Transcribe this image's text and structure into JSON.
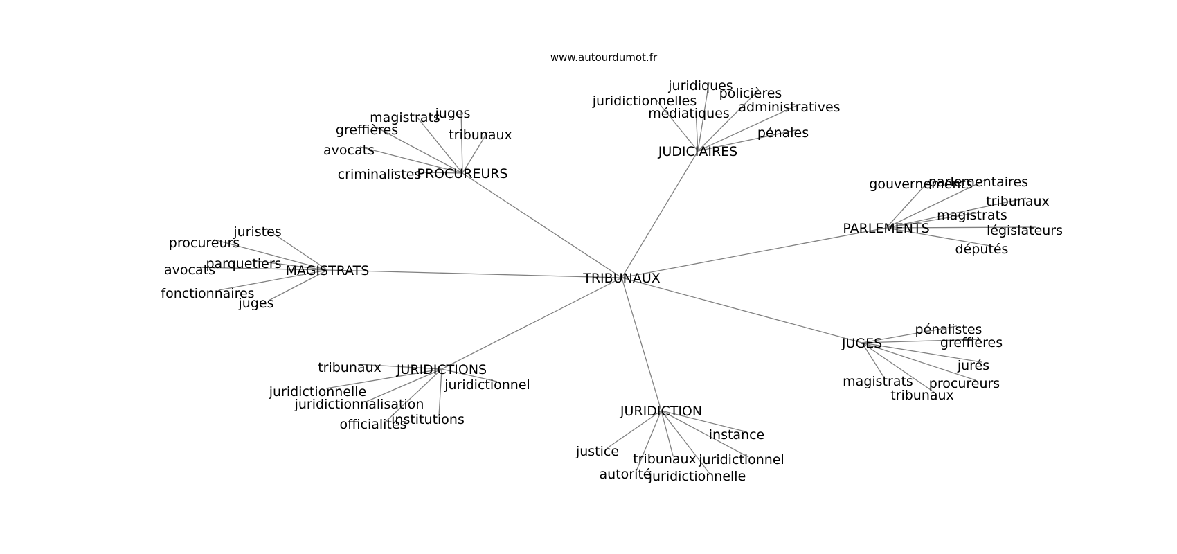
{
  "source": "www.autourdumot.fr",
  "colors": {
    "edge": "#808080",
    "text": "#000000",
    "background": "#ffffff"
  },
  "center": "TRIBUNAUX",
  "clusters": [
    {
      "hub": "PROCUREURS",
      "leaves": [
        "juges",
        "magistrats",
        "greffières",
        "tribunaux",
        "avocats",
        "criminalistes"
      ]
    },
    {
      "hub": "JUDICIAIRES",
      "leaves": [
        "juridiques",
        "juridictionnelles",
        "policières",
        "médiatiques",
        "administratives",
        "pénales"
      ]
    },
    {
      "hub": "PARLEMENTS",
      "leaves": [
        "gouvernements",
        "parlementaires",
        "tribunaux",
        "magistrats",
        "législateurs",
        "députés"
      ]
    },
    {
      "hub": "MAGISTRATS",
      "leaves": [
        "juristes",
        "procureurs",
        "parquetiers",
        "avocats",
        "fonctionnaires",
        "juges"
      ]
    },
    {
      "hub": "JUGES",
      "leaves": [
        "pénalistes",
        "greffières",
        "jurés",
        "magistrats",
        "procureurs",
        "tribunaux"
      ]
    },
    {
      "hub": "JURIDICTIONS",
      "leaves": [
        "tribunaux",
        "juridictionnel",
        "juridictionnelle",
        "juridictionnalisation",
        "institutions",
        "officialités"
      ]
    },
    {
      "hub": "JURIDICTION",
      "leaves": [
        "instance",
        "justice",
        "tribunaux",
        "juridictionnel",
        "autorité",
        "juridictionnelle"
      ]
    }
  ]
}
